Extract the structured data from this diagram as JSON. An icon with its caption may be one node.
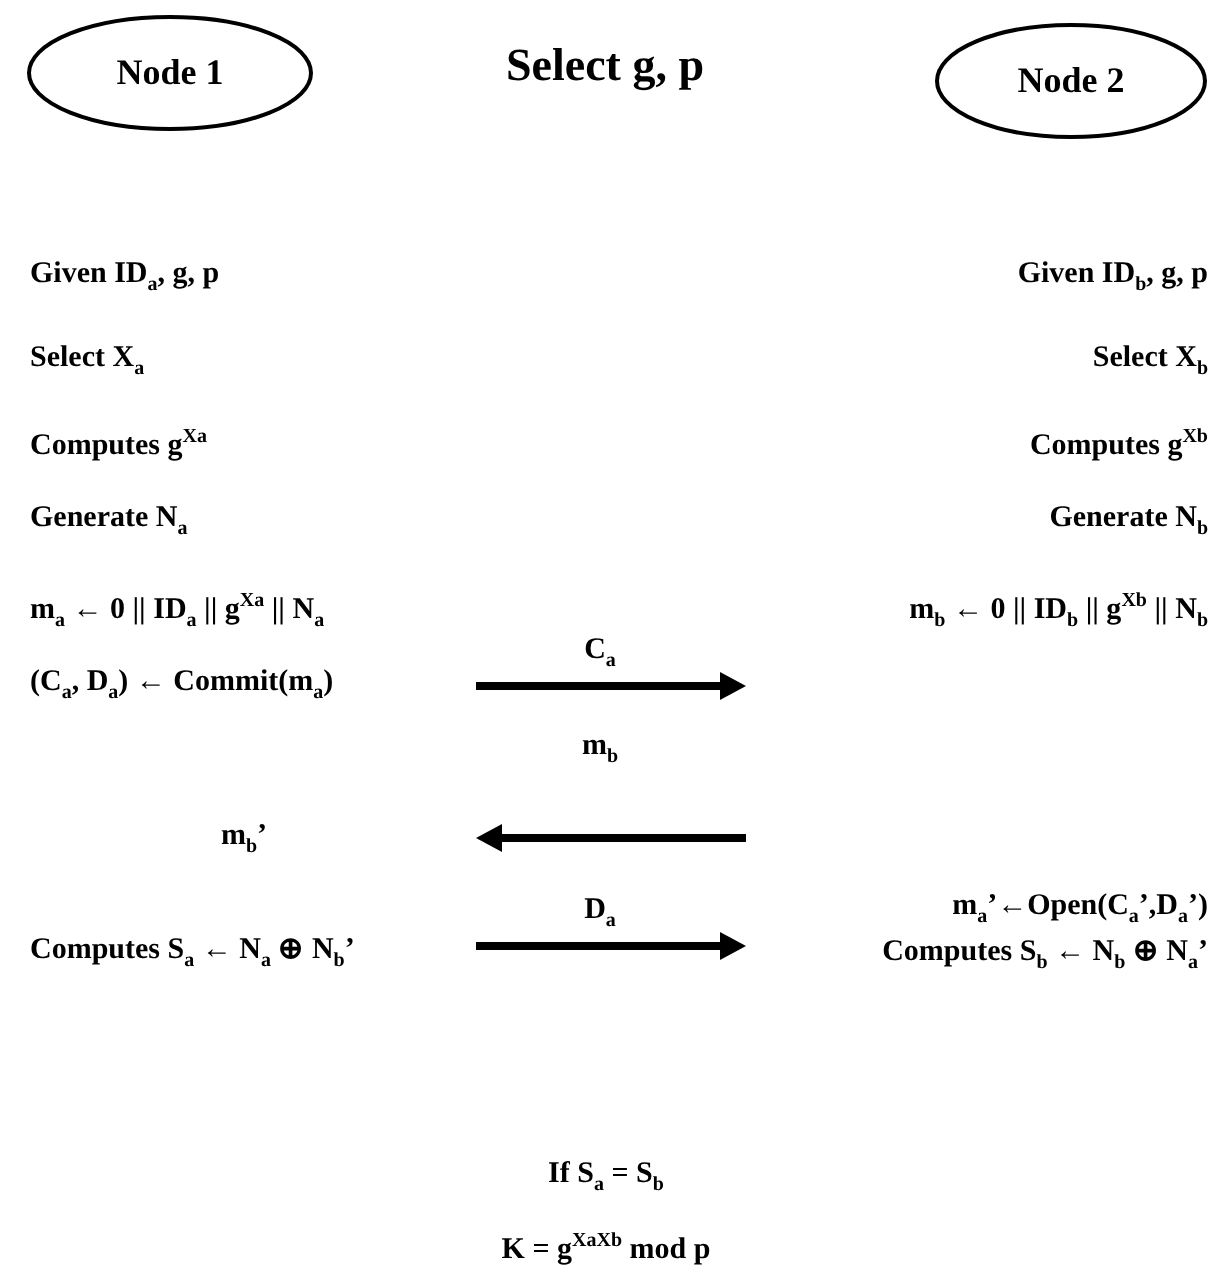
{
  "diagram": {
    "title": "Select g, p",
    "nodes": [
      {
        "text": [
          "Node 1"
        ]
      },
      {
        "text": [
          "Node 2"
        ]
      }
    ],
    "labels": [
      "Given ID$_{a}$, g, p",
      "Given ID$_{b}$, g, p",
      "Select X$_{a}$",
      "Select X$_{b}$",
      "Computes g$^{Xa}$",
      "Computes g$^{Xb}$",
      "Generate N$_{a}$",
      "Generate N$_{b}$",
      "m$_{a}$ ← 0 || ID$_{a}$ || g$^{Xa}$ || N$_{a}$",
      "m$_{b}$ ← 0 || ID$_{b}$ || g$^{Xb}$ || N$_{b}$",
      "C$_{a}$",
      "(C$_{a}$, D$_{a}$) ← Commit(m$_{a}$)",
      "m$_{b}$",
      "m$_{b}$’",
      "D$_{a}$",
      "m$_{a}$’←Open(C$_{a}$’,D$_{a}$’)",
      "Computes S$_{a}$ ← N$_{a}$ ⊕ N$_{b}$’",
      "Computes S$_{b}$ ← N$_{b}$ ⊕ N$_{a}$’",
      "If S$_{a}$ = S$_{b}$",
      "K = g$^{XaXb}$ mod p"
    ]
  }
}
